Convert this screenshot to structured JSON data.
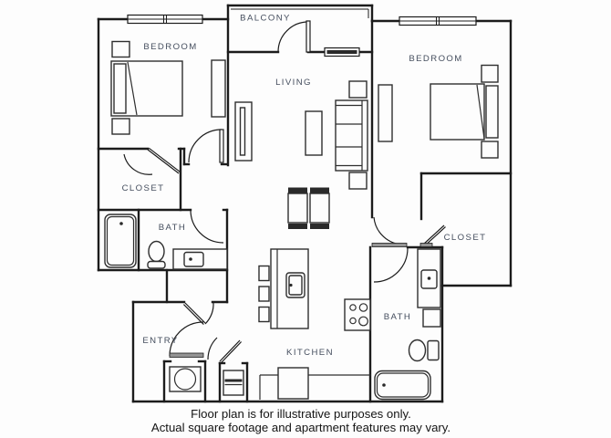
{
  "floor_plan": {
    "rooms": {
      "balcony": "BALCONY",
      "bedroom_left": "BEDROOM",
      "bedroom_right": "BEDROOM",
      "living": "LIVING",
      "closet_left": "CLOSET",
      "closet_right": "CLOSET",
      "bath_left": "BATH",
      "bath_right": "BATH",
      "kitchen": "KITCHEN",
      "entry": "ENTRY"
    },
    "disclaimer": {
      "line1": "Floor plan is for illustrative purposes only.",
      "line2": "Actual square footage and apartment features may vary."
    },
    "colors": {
      "wall": "#1c1c1c",
      "label_text": "#454e5e",
      "disclaimer_text": "#141414",
      "background": "#fdfdfd",
      "threshold_gray": "#949494"
    }
  }
}
